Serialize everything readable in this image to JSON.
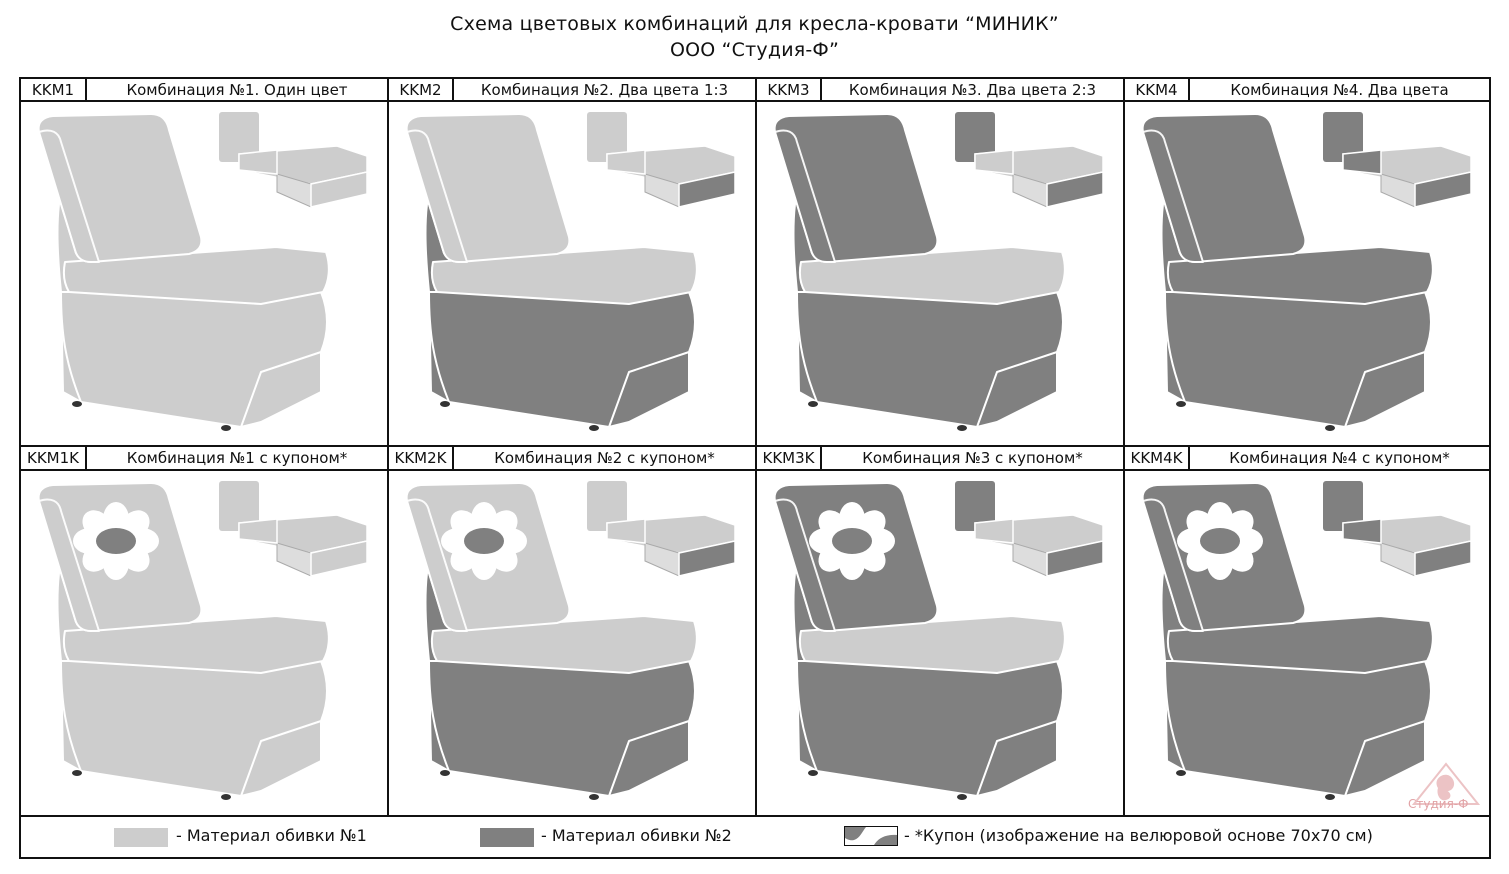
{
  "title_line1": "Схема цветовых комбинаций для кресла-кровати “МИНИК”",
  "title_line2": "ООО “Студия-Ф”",
  "colors": {
    "material1": "#cdcdcd",
    "material2": "#808080",
    "outline": "#ffffff",
    "border": "#111111",
    "watermark": "#e2a3a6"
  },
  "cells": [
    {
      "code": "KKM1",
      "header": "Комбинация №1. Один цвет",
      "back": "m1",
      "seat": "m1",
      "base": "m1",
      "cushion": "m1",
      "coupon": false
    },
    {
      "code": "KKM2",
      "header": "Комбинация №2. Два цвета 1:3",
      "back": "m1",
      "seat": "m1",
      "base": "m2",
      "cushion": "m1",
      "coupon": false
    },
    {
      "code": "KKM3",
      "header": "Комбинация №3. Два цвета 2:3",
      "back": "m2",
      "seat": "m1",
      "base": "m2",
      "cushion": "m1",
      "coupon": false
    },
    {
      "code": "KKM4",
      "header": "Комбинация №4. Два цвета",
      "back": "m2",
      "seat": "m2",
      "base": "m2",
      "cushion": "m1",
      "coupon": false
    },
    {
      "code": "KKM1K",
      "header": "Комбинация №1 с купоном*",
      "back": "m1",
      "seat": "m1",
      "base": "m1",
      "cushion": "m1",
      "coupon": true
    },
    {
      "code": "KKM2K",
      "header": "Комбинация №2 с купоном*",
      "back": "m1",
      "seat": "m1",
      "base": "m2",
      "cushion": "m1",
      "coupon": true
    },
    {
      "code": "KKM3K",
      "header": "Комбинация №3 с купоном*",
      "back": "m2",
      "seat": "m1",
      "base": "m2",
      "cushion": "m1",
      "coupon": true
    },
    {
      "code": "KKM4K",
      "header": "Комбинация №4 с купоном*",
      "back": "m2",
      "seat": "m2",
      "base": "m2",
      "cushion": "m1",
      "coupon": true
    }
  ],
  "legend": {
    "material1": "- Материал обивки №1",
    "material2": "- Материал обивки №2",
    "coupon": "- *Купон (изображение на велюровой основе 70х70 см)"
  },
  "watermark_text": "Студия-Ф"
}
